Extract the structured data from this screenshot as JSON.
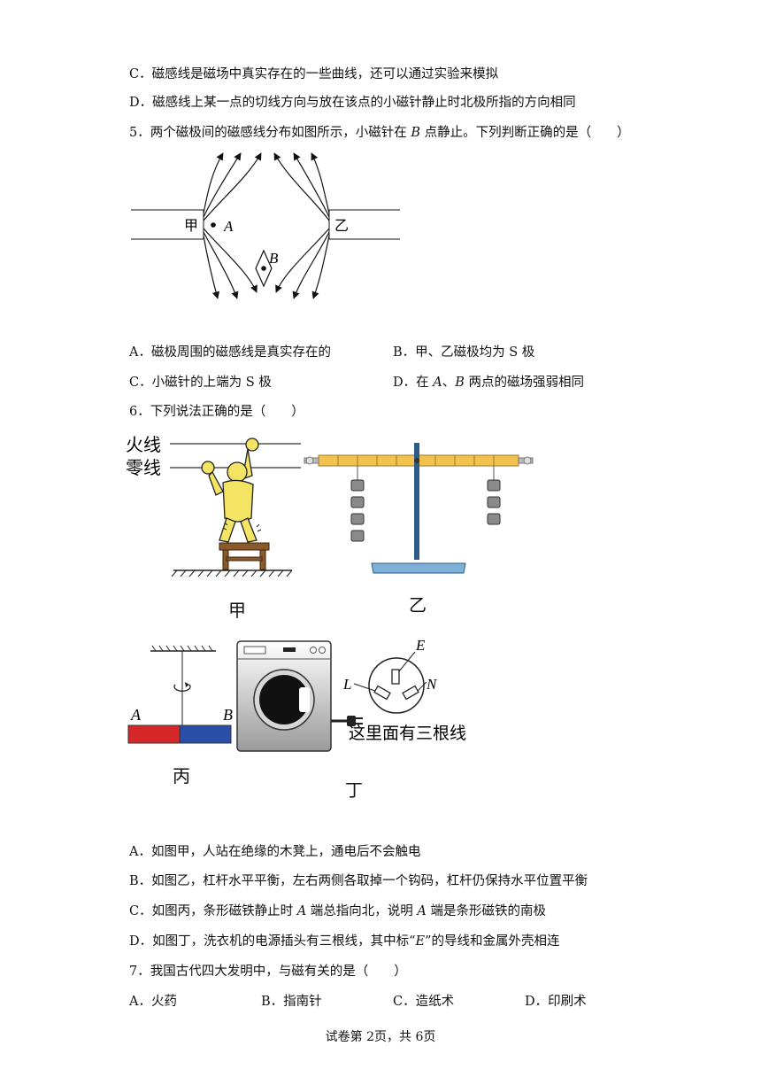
{
  "q4": {
    "optC": "C．磁感线是磁场中真实存在的一些曲线，还可以通过实验来模拟",
    "optD": "D．磁感线上某一点的切线方向与放在该点的小磁针静止时北极所指的方向相同"
  },
  "q5": {
    "stem_prefix": "5．两个磁极间的磁感线分布如图所示，小磁针在 ",
    "stem_point": "B",
    "stem_suffix": " 点静止。下列判断正确的是（　　）",
    "figure": {
      "pole_left": "甲",
      "pole_right": "乙",
      "point_a": "A",
      "point_b": "B"
    },
    "optA": "A．磁极周围的磁感线是真实存在的",
    "optB": "B．甲、乙磁极均为 S 极",
    "optC": "C．小磁针的上端为 S 极",
    "optD_prefix": "D．在 ",
    "optD_a": "A",
    "optD_sep": "、",
    "optD_b": "B",
    "optD_suffix": " 两点的磁场强弱相同"
  },
  "q6": {
    "stem": "6．下列说法正确的是（　　）",
    "fig_jia": {
      "live_wire": "火线",
      "neutral_wire": "零线",
      "caption": "甲"
    },
    "fig_yi": {
      "caption": "乙"
    },
    "fig_bing": {
      "end_a": "A",
      "end_b": "B",
      "caption": "丙"
    },
    "fig_ding": {
      "terminal_e": "E",
      "terminal_l": "L",
      "terminal_n": "N",
      "note": "这里面有三根线",
      "caption": "丁"
    },
    "optA": "A．如图甲，人站在绝缘的木凳上，通电后不会触电",
    "optB": "B．如图乙，杠杆水平平衡，左右两侧各取掉一个钩码，杠杆仍保持水平位置平衡",
    "optC_prefix": "C．如图丙，条形磁铁静止时 ",
    "optC_a1": "A",
    "optC_mid": " 端总指向北，说明 ",
    "optC_a2": "A",
    "optC_suffix": " 端是条形磁铁的南极",
    "optD_prefix": "D．如图丁，洗衣机的电源插头有三根线，其中标“",
    "optD_e": "E",
    "optD_suffix": "”的导线和金属外壳相连"
  },
  "q7": {
    "stem": "7．我国古代四大发明中，与磁有关的是（　　）",
    "optA": "A．火药",
    "optB": "B．指南针",
    "optC": "C．造纸术",
    "optD": "D．印刷术"
  },
  "footer": "试卷第 2页，共 6页"
}
